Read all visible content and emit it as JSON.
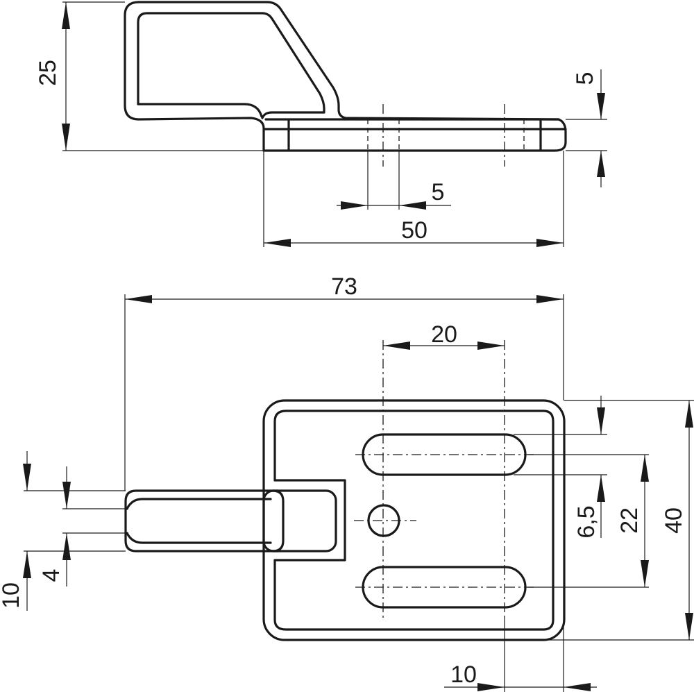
{
  "drawing": {
    "dimensions": {
      "side_height": "25",
      "side_thickness": "5",
      "side_hole": "5",
      "side_length": "50",
      "top_length": "73",
      "top_slot_pitch": "20",
      "top_tab_width": "10",
      "top_tab_inner": "4",
      "top_slot_width": "6,5",
      "top_slot_spacing": "22",
      "top_width": "40",
      "top_edge_offset": "10"
    }
  }
}
